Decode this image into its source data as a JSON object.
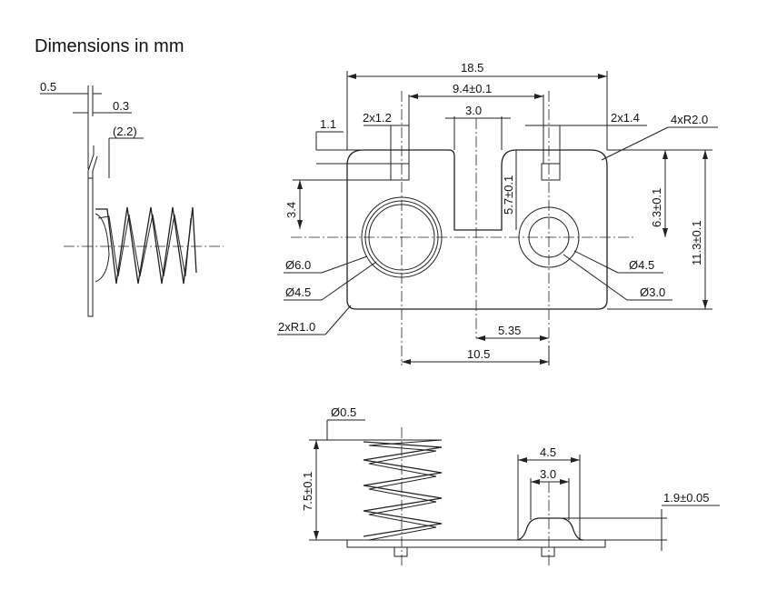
{
  "title": "Dimensions in mm",
  "side_view": {
    "d_thickness": "0.5",
    "d_gap": "0.3",
    "d_offset": "(2.2)"
  },
  "top_view": {
    "d_width": "18.5",
    "d_pitch": "9.4±0.1",
    "d_slot": "3.0",
    "d_tab_left": "2x1.2",
    "d_tab_right": "2x1.4",
    "d_corner_top": "4xR2.0",
    "d_edge": "1.1",
    "d_hole_offset": "3.4",
    "d_slot_depth": "5.7±0.1",
    "d_right_height": "6.3±0.1",
    "d_height": "11.3±0.1",
    "d_dia_outer": "Ø6.0",
    "d_dia_inner": "Ø4.5",
    "d_dia_right_outer": "Ø4.5",
    "d_dia_right_inner": "Ø3.0",
    "d_corner_bottom": "2xR1.0",
    "d_half_right": "5.35",
    "d_half_total": "10.5"
  },
  "front_view": {
    "d_wire": "Ø0.5",
    "d_spring_height": "7.5±0.1",
    "d_boss_outer": "4.5",
    "d_boss_inner": "3.0",
    "d_boss_height": "1.9±0.05"
  }
}
